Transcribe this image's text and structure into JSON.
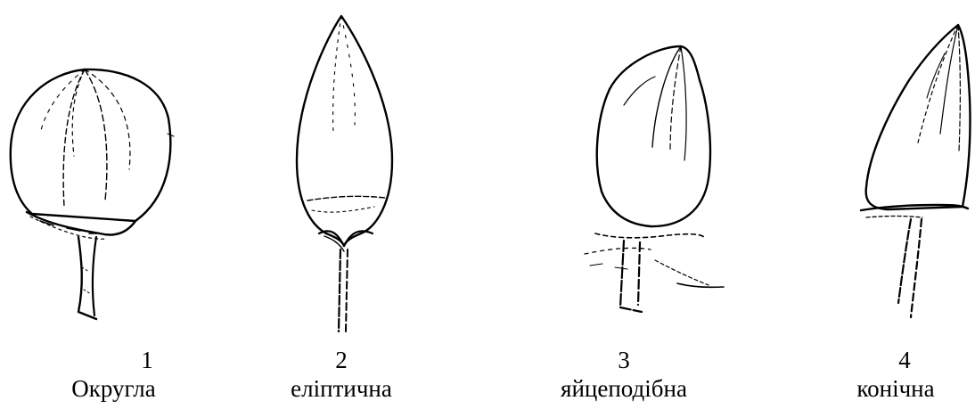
{
  "figure": {
    "items": [
      {
        "number": "1",
        "label": "Округла",
        "shape": "round-bud-drawing"
      },
      {
        "number": "2",
        "label": "еліптична",
        "shape": "elliptic-bud-drawing"
      },
      {
        "number": "3",
        "label": "яйцеподібна",
        "shape": "ovate-bud-drawing"
      },
      {
        "number": "4",
        "label": "конічна",
        "shape": "conical-bud-drawing"
      }
    ],
    "colors": {
      "ink": "#000000",
      "background": "#ffffff"
    }
  }
}
